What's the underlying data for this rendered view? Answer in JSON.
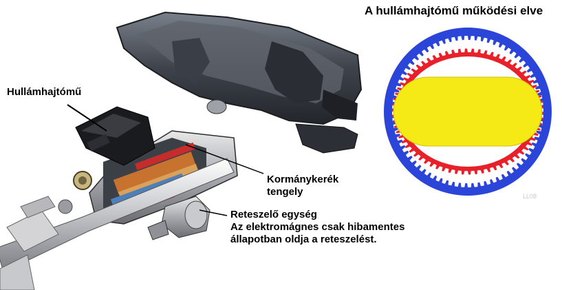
{
  "title": "A hullámhajtómű működési elve",
  "labels": {
    "wave_gear": "Hullámhajtómű",
    "steering_shaft_line1": "Kormánykerék",
    "steering_shaft_line2": "tengely",
    "lock_unit_line1": "Reteszelő egység",
    "lock_unit_line2": "Az elektromágnes csak hibamentes",
    "lock_unit_line3": "állapotban oldja a reteszelést."
  },
  "watermark": "LL08",
  "colors": {
    "outer_ring": "#2b45d8",
    "flexspline": "#e8202a",
    "wave_generator": "#f5ea16",
    "housing": "#4a4f58"
  }
}
